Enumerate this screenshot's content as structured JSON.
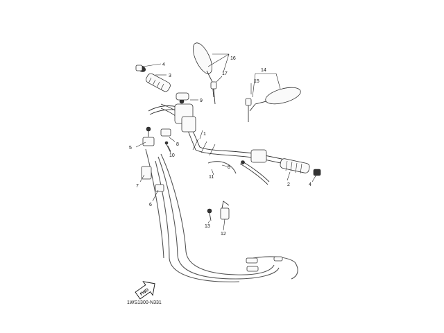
{
  "diagram_code": "1WS1300-N331",
  "fwd_label": "FWD",
  "callouts": [
    "1",
    "2",
    "3",
    "4",
    "5",
    "6",
    "7",
    "8",
    "9",
    "10",
    "11",
    "12",
    "13",
    "14",
    "15",
    "16",
    "17",
    "4"
  ]
}
